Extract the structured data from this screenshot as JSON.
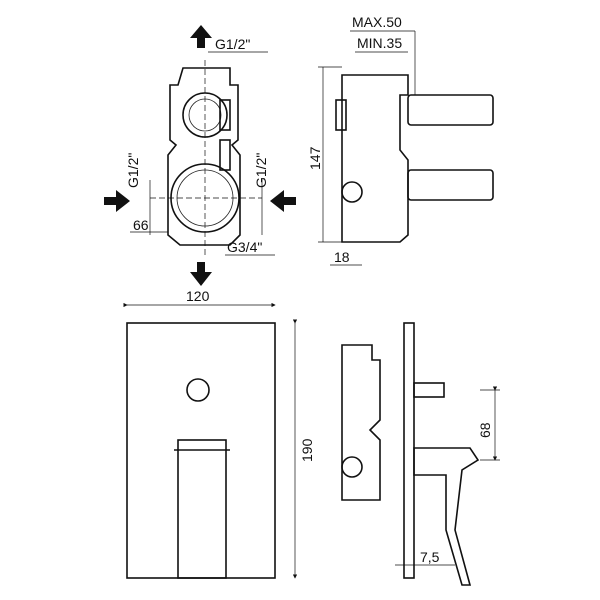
{
  "drawing": {
    "top_view": {
      "inlet_top_label": "G1/2\"",
      "inlet_left_label": "G1/2\"",
      "inlet_right_label": "G1/2\"",
      "outlet_bottom_label": "G3/4\"",
      "width_dim": "66"
    },
    "side_view": {
      "max_depth": "MAX.50",
      "min_depth": "MIN.35",
      "height_dim": "147",
      "offset_dim": "18"
    },
    "plate_front": {
      "width_dim": "120",
      "height_dim": "190"
    },
    "plate_side": {
      "handle_height_dim": "68",
      "plate_thickness_dim": "7,5"
    }
  }
}
